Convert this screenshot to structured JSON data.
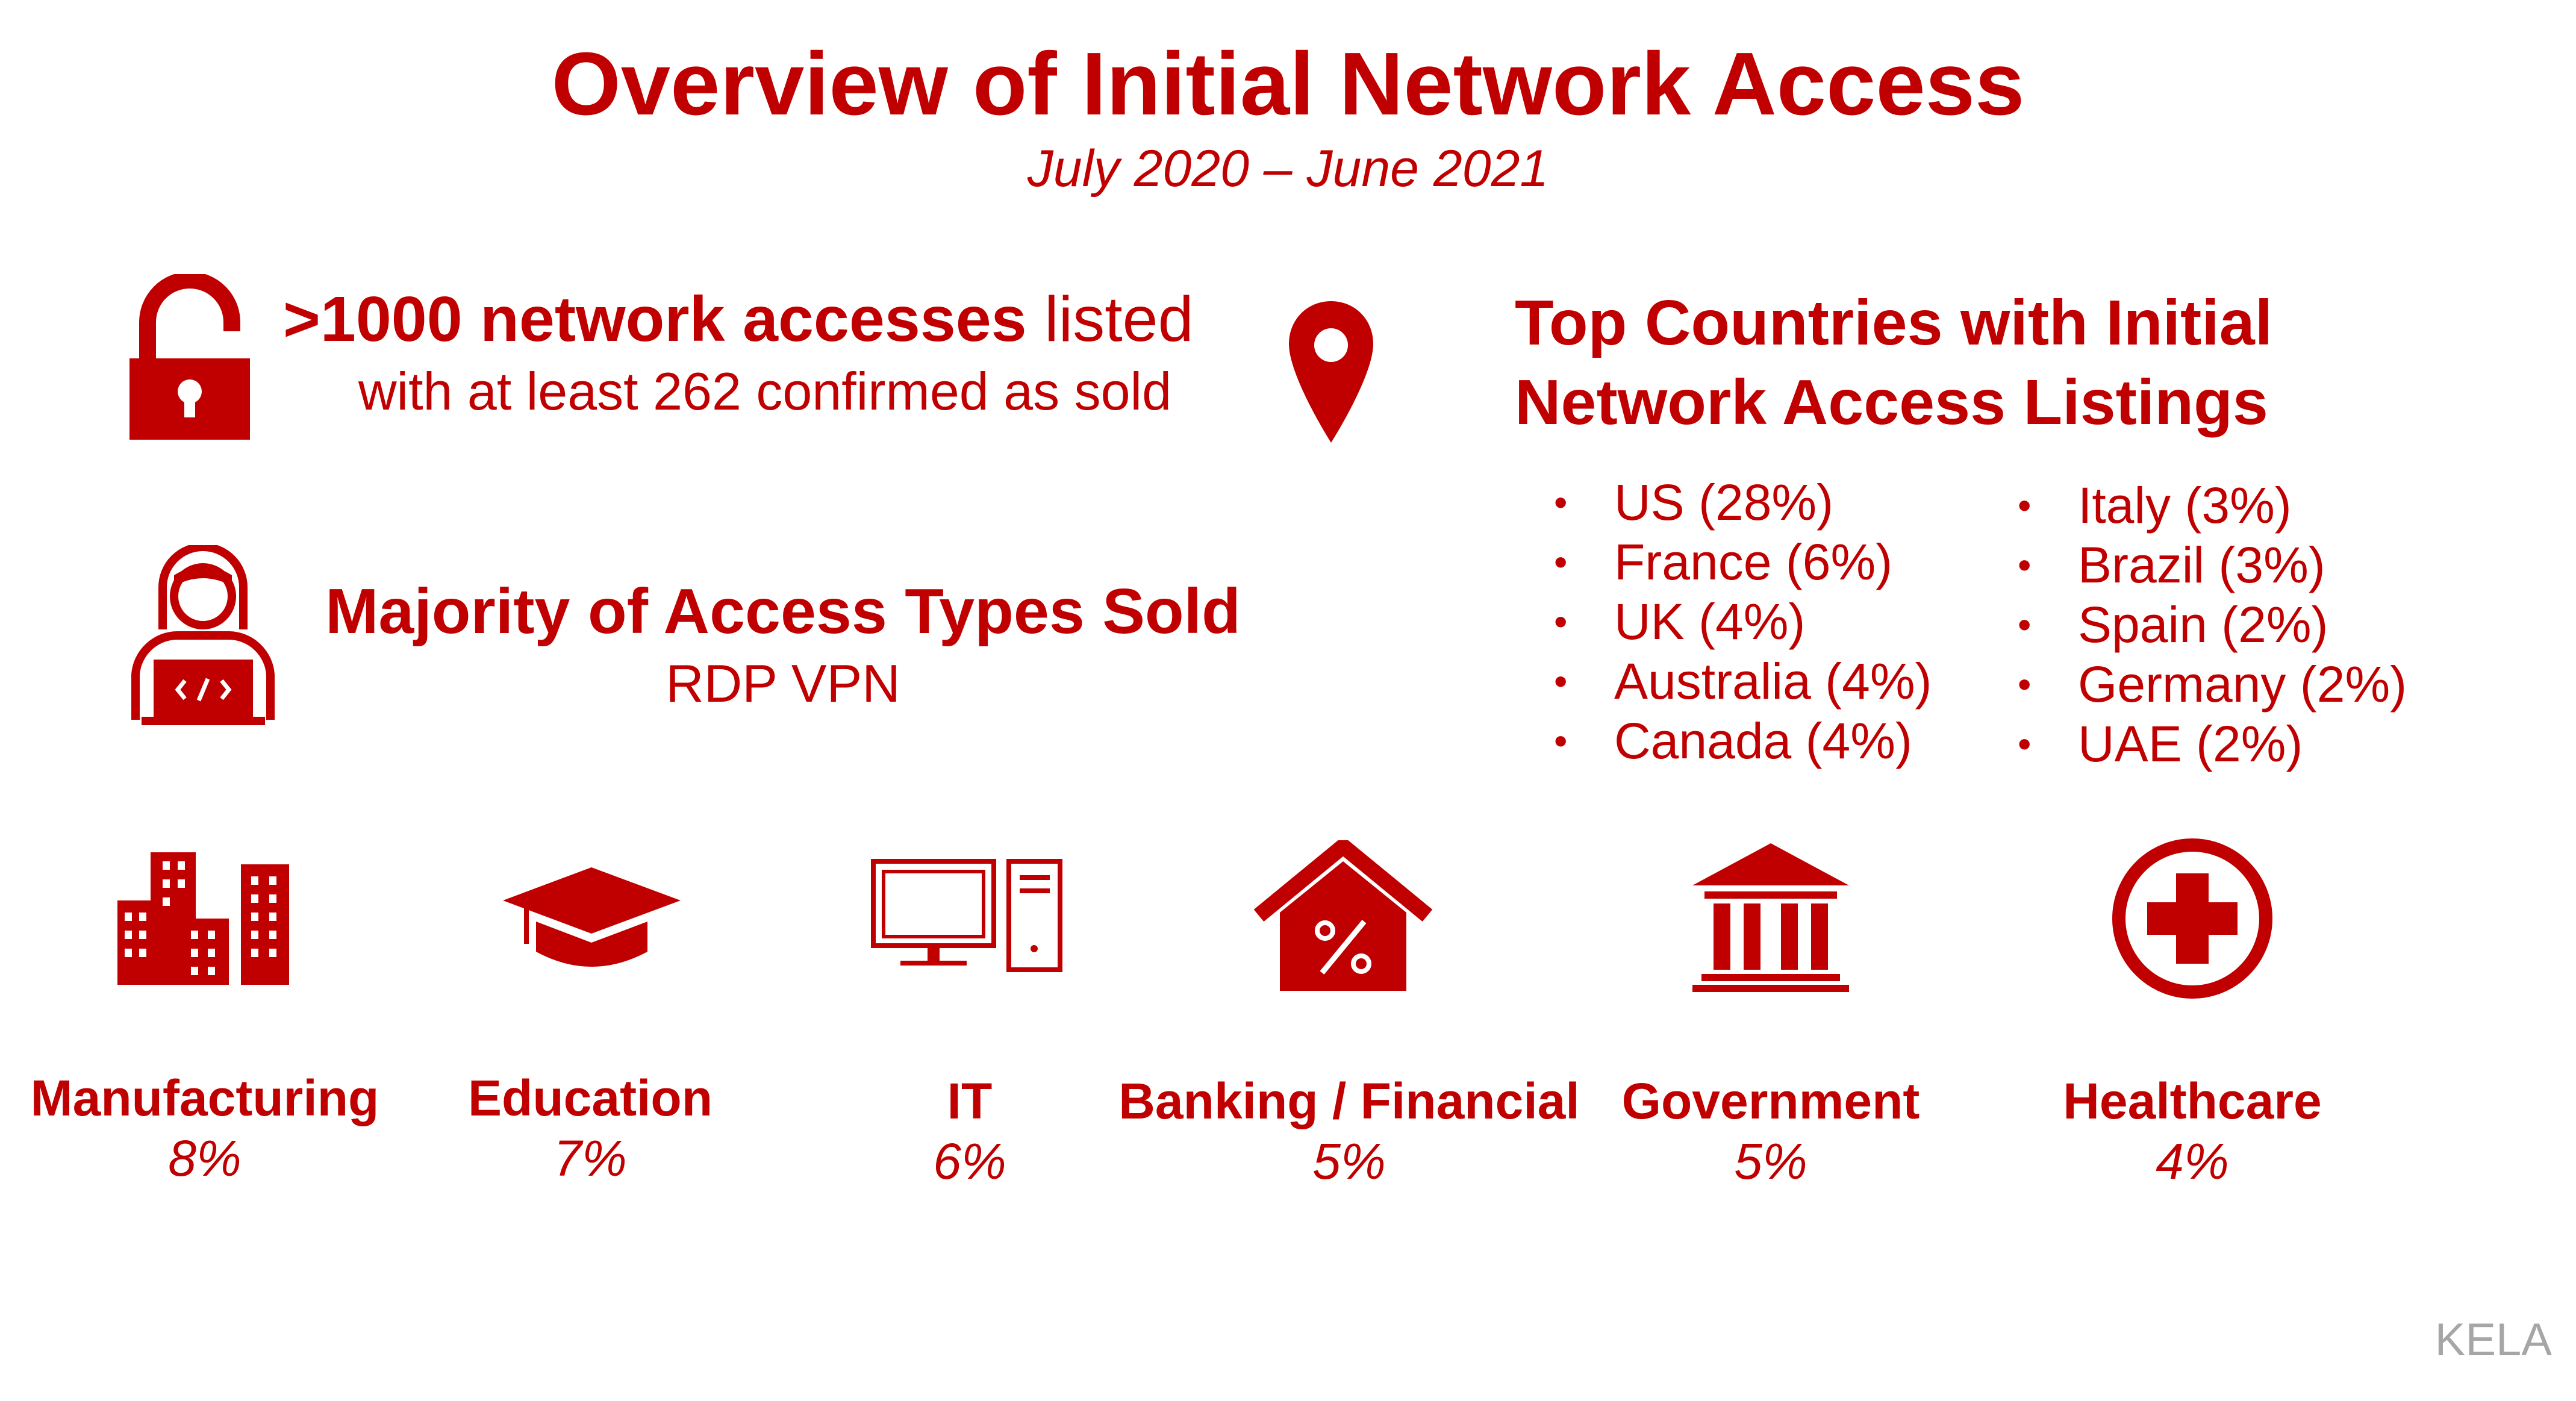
{
  "header": {
    "title": "Overview of Initial Network Access",
    "subtitle": "July 2020 – June 2021"
  },
  "stat": {
    "count_bold": ">1000 network accesses",
    "count_rest": " listed",
    "detail": "with at least 262 confirmed as sold"
  },
  "access_types": {
    "heading": "Majority of Access Types Sold",
    "value": "RDP VPN"
  },
  "countries": {
    "heading_line1": "Top Countries with Initial",
    "heading_line2": "Network Access Listings",
    "column1": [
      "US (28%)",
      "France (6%)",
      "UK (4%)",
      "Australia (4%)",
      "Canada (4%)"
    ],
    "column2": [
      "Italy (3%)",
      "Brazil (3%)",
      "Spain (2%)",
      "Germany (2%)",
      "UAE (2%)"
    ]
  },
  "sectors": [
    {
      "label": "Manufacturing",
      "pct": "8%",
      "icon": "buildings-icon"
    },
    {
      "label": "Education",
      "pct": "7%",
      "icon": "graduation-cap-icon"
    },
    {
      "label": "IT",
      "pct": "6%",
      "icon": "desktop-computer-icon"
    },
    {
      "label": "Banking / Financial",
      "pct": "5%",
      "icon": "house-percent-icon"
    },
    {
      "label": "Government",
      "pct": "5%",
      "icon": "government-building-icon"
    },
    {
      "label": "Healthcare",
      "pct": "4%",
      "icon": "medical-cross-icon"
    }
  ],
  "icons": {
    "stat": "open-padlock-icon",
    "countries": "location-pin-icon",
    "access_types": "person-laptop-icon"
  },
  "colors": {
    "accent": "#c00000",
    "brand_text": "#a6a6a6",
    "background": "#ffffff"
  },
  "footer": {
    "brand": "KELA"
  }
}
